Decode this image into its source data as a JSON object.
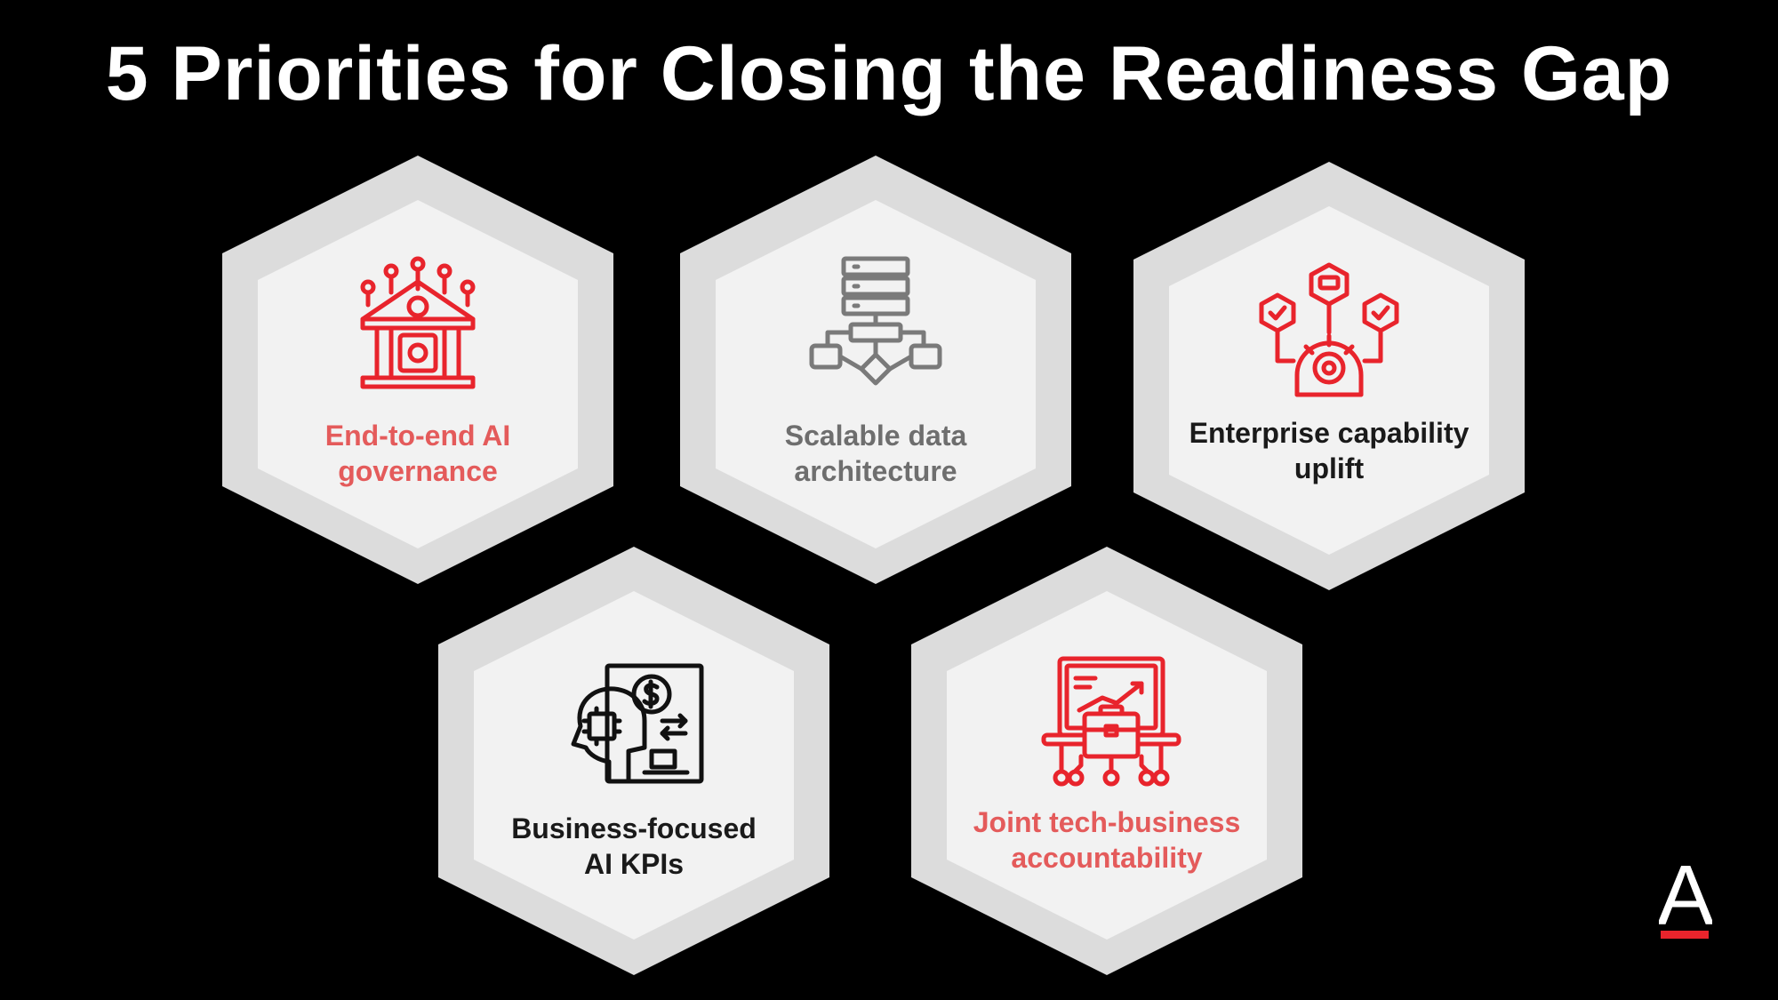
{
  "title": "5 Priorities for Closing the Readiness Gap",
  "colors": {
    "background": "#000000",
    "hex_outer": "#dcdcdc",
    "hex_inner": "#f2f2f2",
    "accent_red": "#e8242c",
    "label_red": "#e45b5b",
    "label_gray": "#6e6e6e",
    "label_black": "#1a1a1a"
  },
  "priorities": [
    {
      "label_line1": "End-to-end AI",
      "label_line2": "governance",
      "icon": "ai-governance-building-icon",
      "label_color": "#e45b5b"
    },
    {
      "label_line1": "Scalable data",
      "label_line2": "architecture",
      "icon": "data-architecture-flowchart-icon",
      "label_color": "#6e6e6e"
    },
    {
      "label_line1": "Enterprise capability",
      "label_line2": "uplift",
      "icon": "capability-gear-check-icon",
      "label_color": "#1a1a1a"
    },
    {
      "label_line1": "Business-focused",
      "label_line2": "AI KPIs",
      "icon": "ai-kpi-head-dollar-icon",
      "label_color": "#1a1a1a"
    },
    {
      "label_line1": "Joint tech-business",
      "label_line2": "accountability",
      "icon": "laptop-briefcase-network-icon",
      "label_color": "#e45b5b"
    }
  ],
  "logo": {
    "letter": "A"
  }
}
